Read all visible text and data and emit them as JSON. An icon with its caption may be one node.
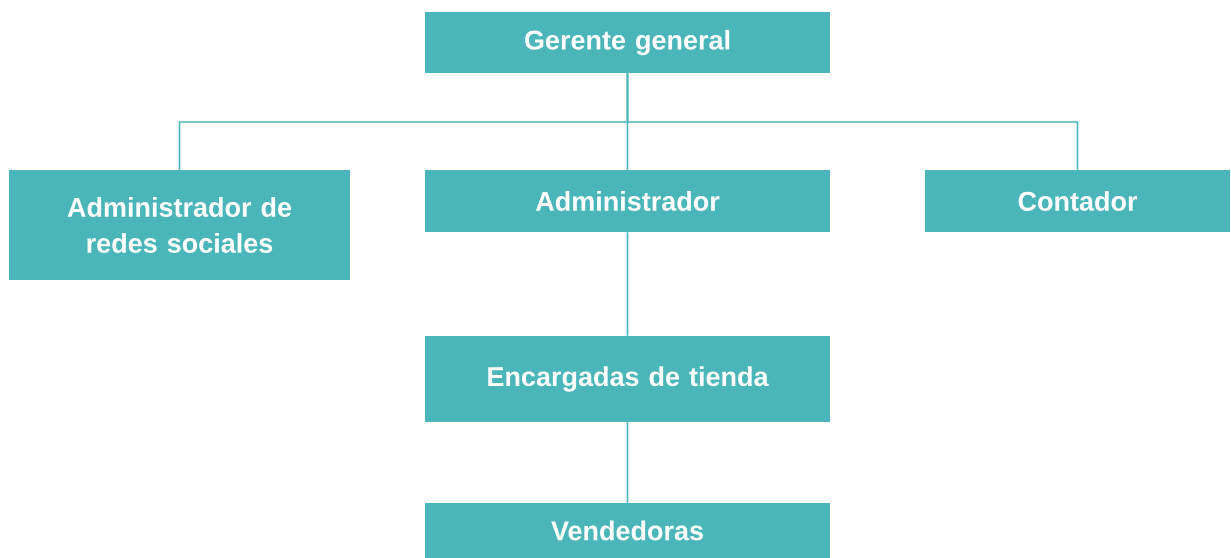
{
  "diagram": {
    "nodes": [
      {
        "text": [
          "Gerente general"
        ]
      },
      {
        "text": [
          "Administrador de redes sociales"
        ]
      },
      {
        "text": [
          "Administrador"
        ]
      },
      {
        "text": [
          "Contador"
        ]
      },
      {
        "text": [
          "Encargadas de tienda"
        ]
      },
      {
        "text": [
          "Vendedoras"
        ]
      }
    ],
    "edges": [
      {
        "from": 0,
        "to": 1,
        "arrow": "none"
      },
      {
        "from": 0,
        "to": 2,
        "arrow": "none"
      },
      {
        "from": 0,
        "to": 3,
        "arrow": "none"
      },
      {
        "from": 2,
        "to": 4,
        "arrow": "none"
      },
      {
        "from": 4,
        "to": 5,
        "arrow": "none"
      }
    ]
  }
}
